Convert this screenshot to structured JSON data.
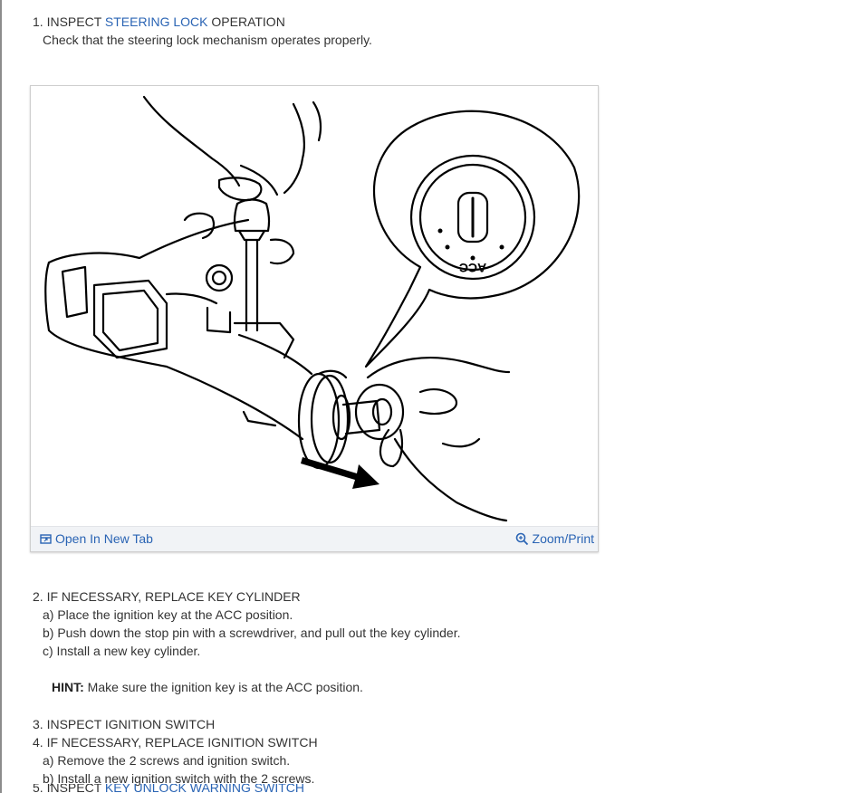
{
  "step1": {
    "num": "1.",
    "pre": "INSPECT",
    "link": "STEERING LOCK",
    "post": "OPERATION",
    "desc": "Check that the steering lock mechanism operates properly."
  },
  "figure": {
    "open_label": "Open In New Tab",
    "zoom_label": "Zoom/Print",
    "acc_text": "ACC",
    "icons": {
      "open": "open-new-tab-icon",
      "zoom": "zoom-icon"
    },
    "link_color": "#2a64b4"
  },
  "step2": {
    "title": "2. IF NECESSARY, REPLACE KEY CYLINDER",
    "a": "a) Place the ignition key at the ACC position.",
    "b": "b) Push down the stop pin with a screwdriver, and pull out the key cylinder.",
    "c": "c) Install a new key cylinder.",
    "hint_label": "HINT:",
    "hint_text": "Make sure the ignition key is at the ACC position."
  },
  "step3": {
    "title": "3. INSPECT IGNITION SWITCH"
  },
  "step4": {
    "title": "4. IF NECESSARY, REPLACE IGNITION SWITCH",
    "a": "a) Remove the 2 screws and ignition switch.",
    "b": "b) Install a new ignition switch with the 2 screws."
  },
  "step5": {
    "pre": "5. INSPECT",
    "link": "KEY UNLOCK WARNING SWITCH"
  }
}
